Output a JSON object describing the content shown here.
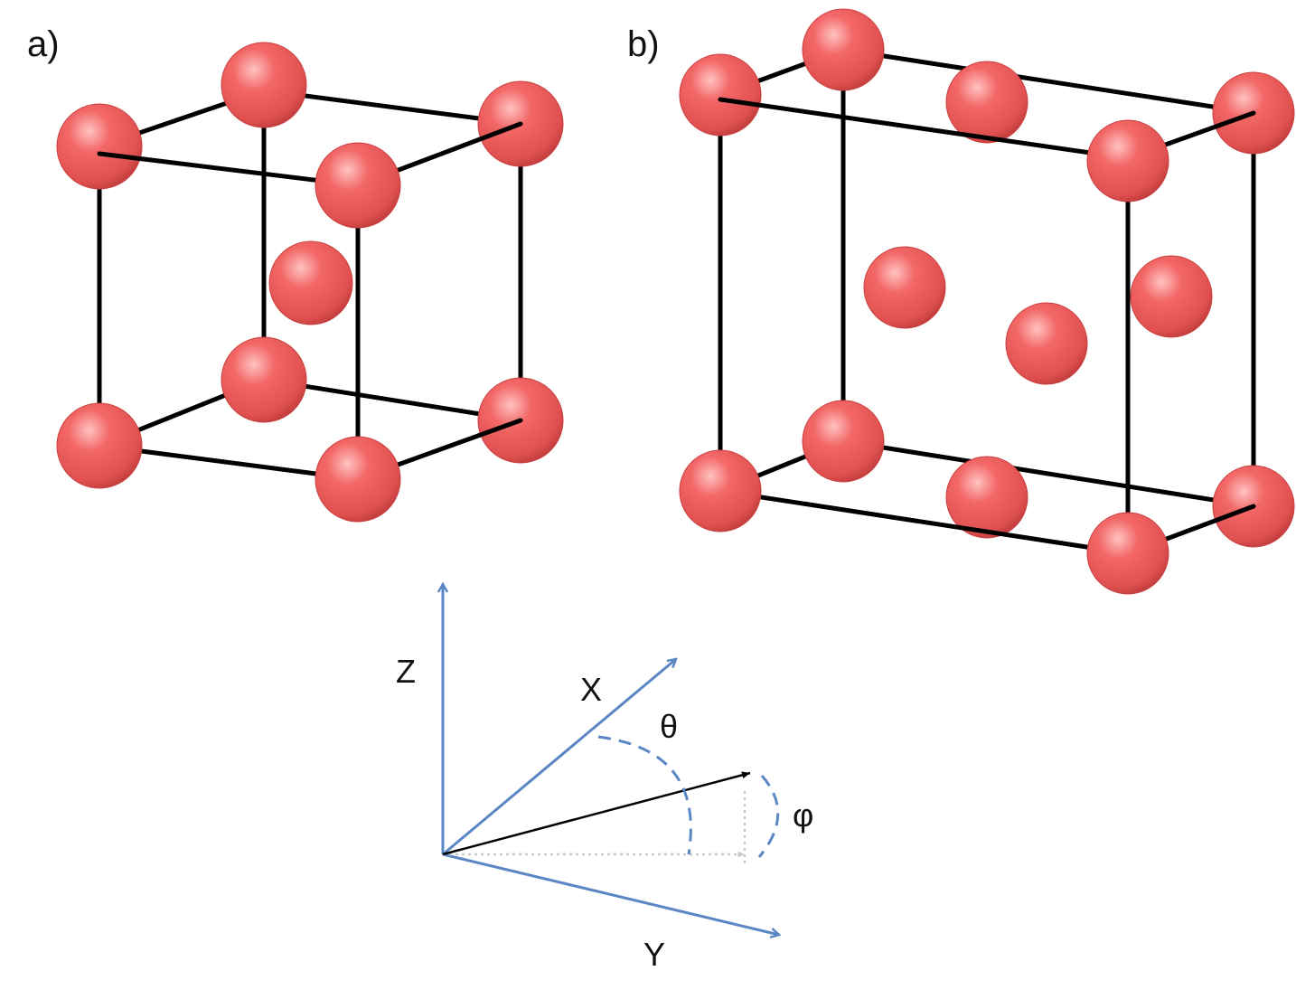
{
  "panels": {
    "a": {
      "label": "a)"
    },
    "b": {
      "label": "b)"
    }
  },
  "axes": {
    "z_label": "Z",
    "x_label": "X",
    "y_label": "Y",
    "theta_label": "θ",
    "phi_label": "φ"
  },
  "colors": {
    "atom": "#ef5b5b",
    "atom_highlight": "#ffc0c0",
    "atom_shadow": "#c4393a",
    "bond": "#000000",
    "axis": "#5b86c4",
    "projection": "#c8c8c8",
    "vector": "#000000"
  }
}
